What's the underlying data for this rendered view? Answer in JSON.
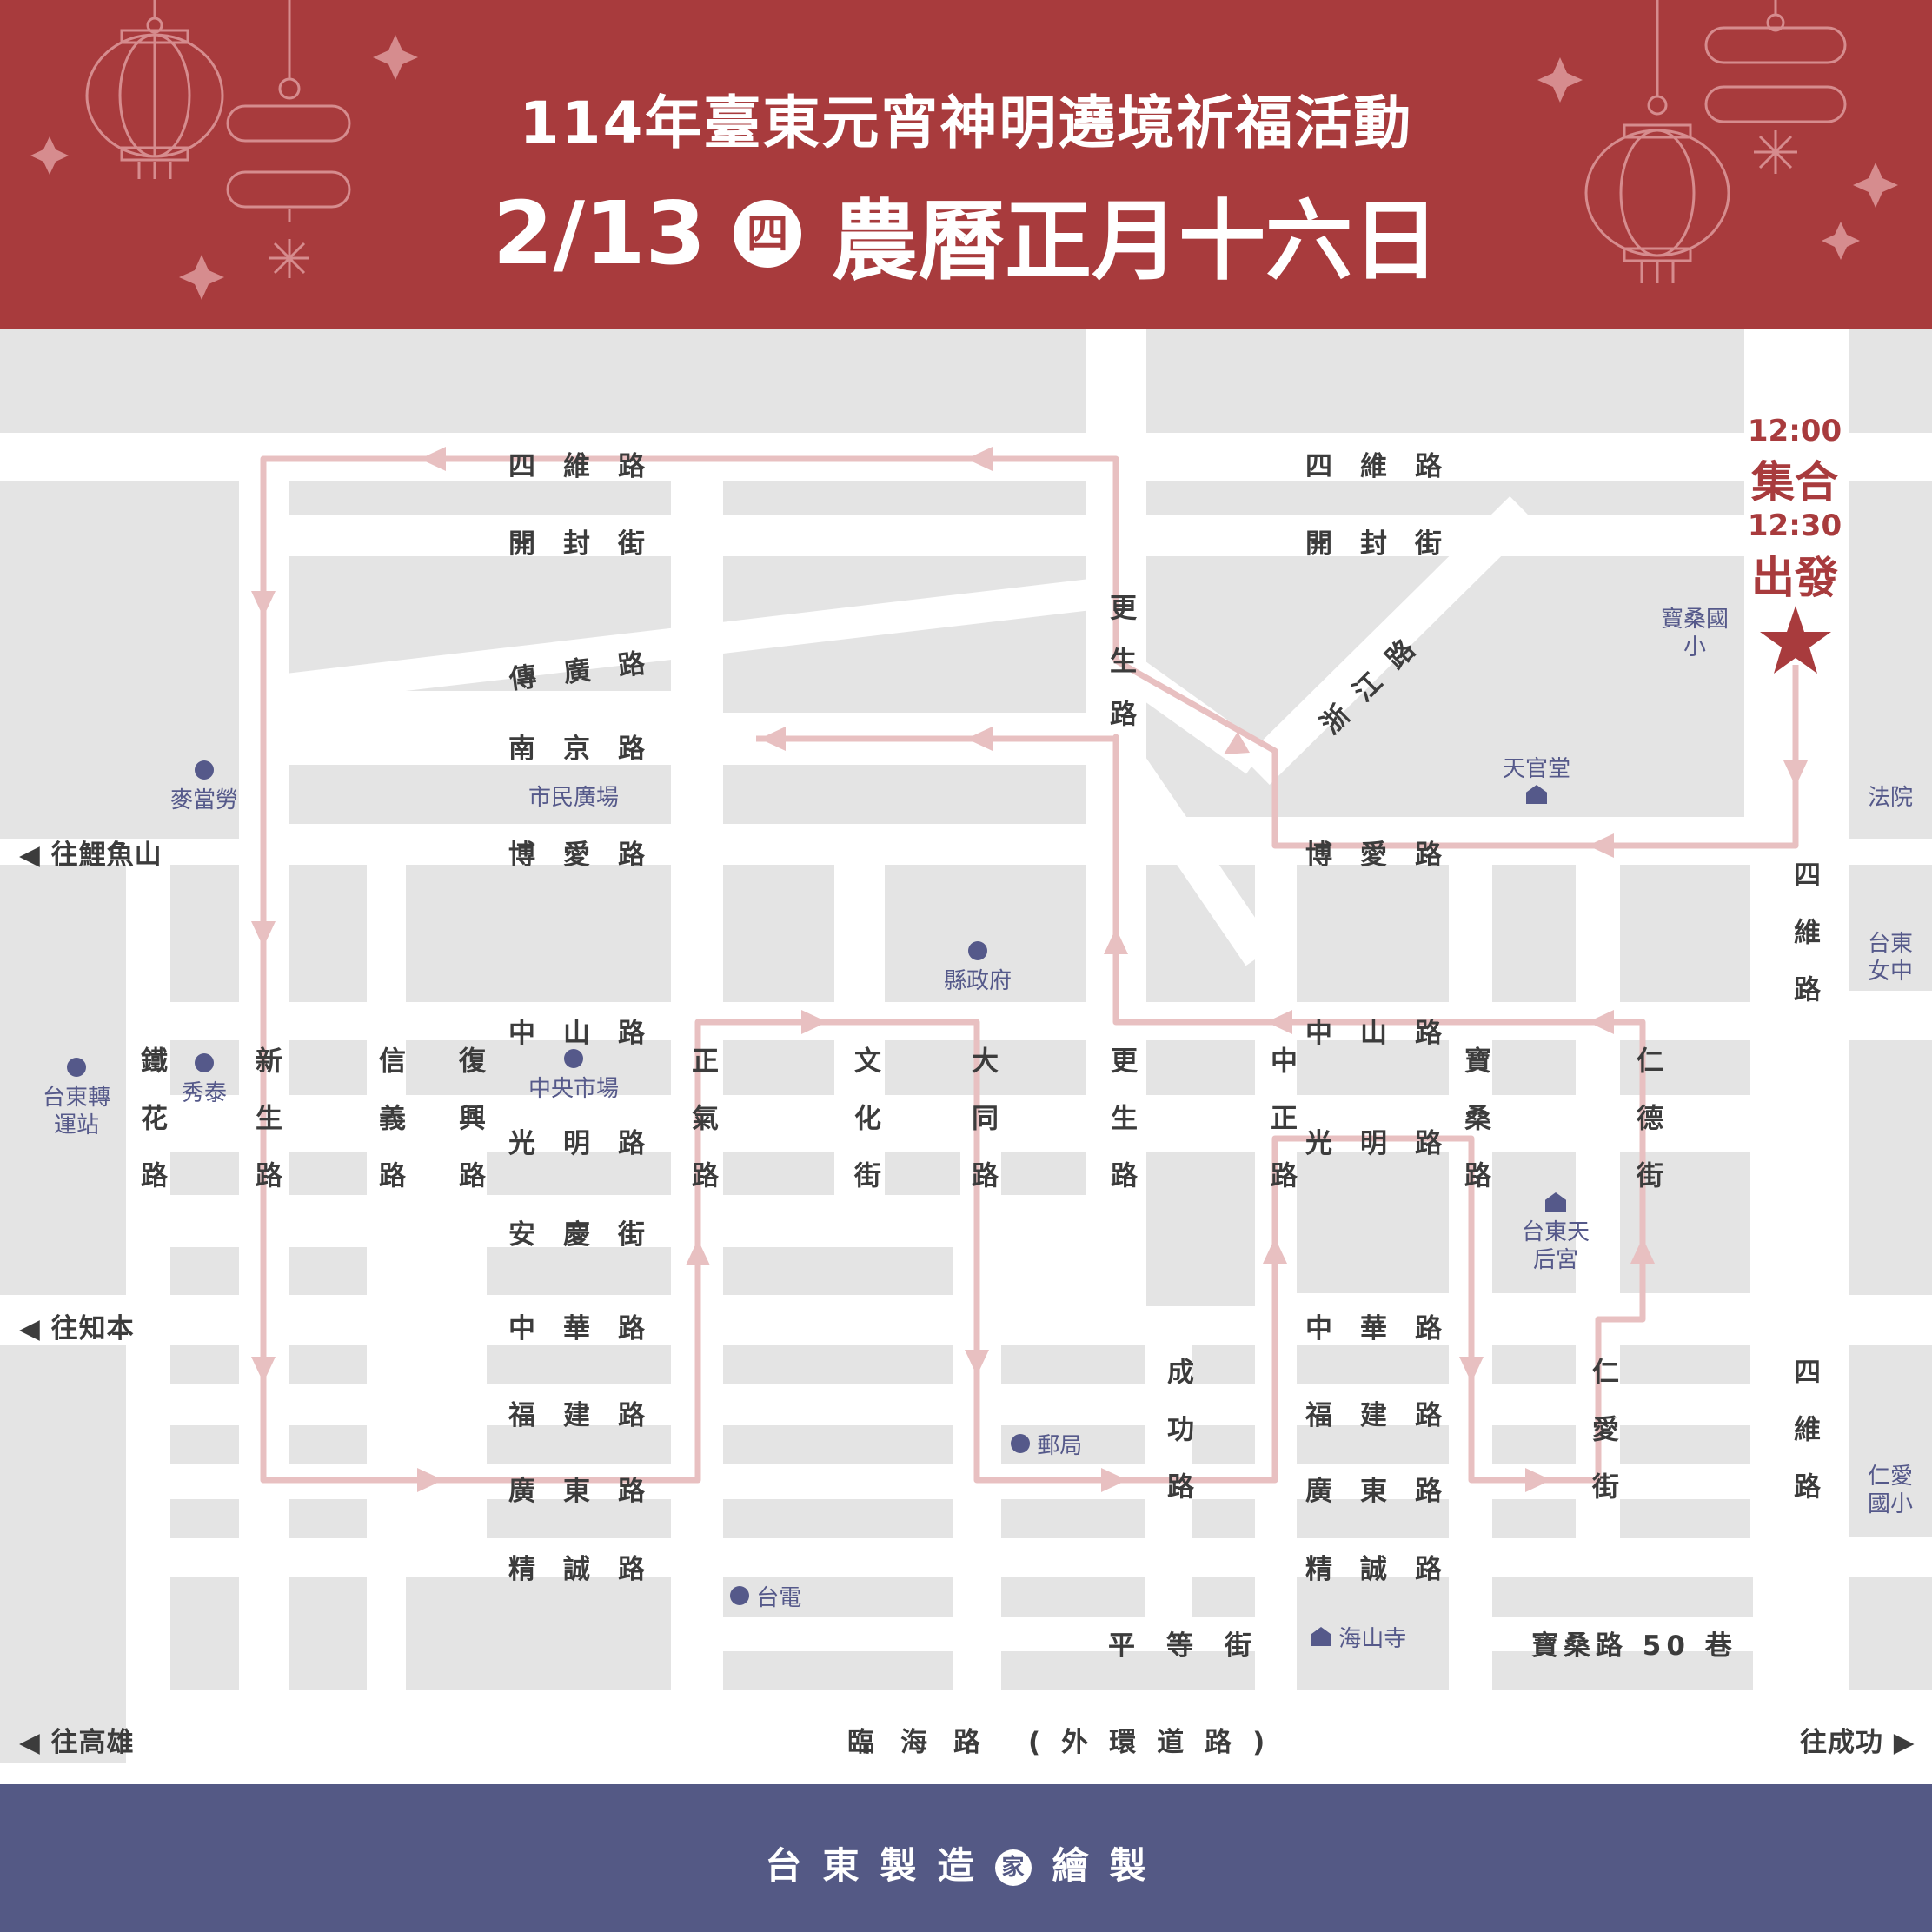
{
  "header": {
    "title": "114年臺東元宵神明遶境祈福活動",
    "date": "2/13",
    "weekday": "四",
    "lunar_date": "農曆正月十六日"
  },
  "schedule": {
    "assemble_time": "12:00",
    "assemble_label": "集合",
    "depart_time": "12:30",
    "depart_label": "出發"
  },
  "colors": {
    "header_bg": "#a83b3d",
    "footer_bg": "#545985",
    "block": "#e4e4e4",
    "route": "#e8c0c1",
    "poi": "#55598a",
    "accent": "#a83b3d"
  },
  "roads": {
    "siwei_w": "四維路",
    "siwei_e": "四維路",
    "kaifeng_w": "開封街",
    "kaifeng_e": "開封街",
    "chuanguang": "傳廣路",
    "zhejiang": "浙江路",
    "nanjing": "南京路",
    "boai_w": "博愛路",
    "boai_e": "博愛路",
    "zhongshan_w": "中山路",
    "zhongshan_e": "中山路",
    "guangming_w": "光明路",
    "guangming_e": "光明路",
    "anqing": "安慶街",
    "zhonghua_w": "中華路",
    "zhonghua_e": "中華路",
    "fujian_w": "福建路",
    "fujian_e": "福建路",
    "guangdong_w": "廣東路",
    "guangdong_e": "廣東路",
    "jingcheng_w": "精誠路",
    "jingcheng_e": "精誠路",
    "pingdeng": "平等街",
    "baosang_lane": "寶桑路 50 巷",
    "linhai": "臨海路",
    "linhai_paren": "(外環道路)",
    "gengsheng_n": "更生路",
    "gengsheng_s": "更生路",
    "tiehua": "鐵花路",
    "xinsheng": "新生路",
    "xinyi": "信義路",
    "fuxing": "復興路",
    "zhengqi": "正氣路",
    "wenhua": "文化街",
    "datong": "大同路",
    "zhongzheng": "中正路",
    "baosang": "寶桑路",
    "rende": "仁德街",
    "renai": "仁愛街",
    "chenggong": "成功路",
    "siwei_v_n": "四維路",
    "siwei_v_s": "四維路"
  },
  "directions": {
    "to_liyushan": "往鯉魚山",
    "to_zhiben": "往知本",
    "to_kaohsiung": "往高雄",
    "to_chenggong": "往成功"
  },
  "landmarks": {
    "baosang_school": "寶桑國小",
    "mcdonalds": "麥當勞",
    "civic_square": "市民廣場",
    "tianguantang": "天官堂",
    "court": "法院",
    "county_gov": "縣政府",
    "taitung_girls_hs": "台東女中",
    "bus_station": "台東轉運站",
    "xiutai": "秀泰",
    "central_market": "中央市場",
    "tianhou_temple": "台東天后宮",
    "post_office": "郵局",
    "taipower": "台電",
    "haishan_temple": "海山寺",
    "renai_school": "仁愛國小"
  },
  "footer": {
    "brand": "台東製造",
    "mark": "家",
    "suffix": "繪製"
  }
}
